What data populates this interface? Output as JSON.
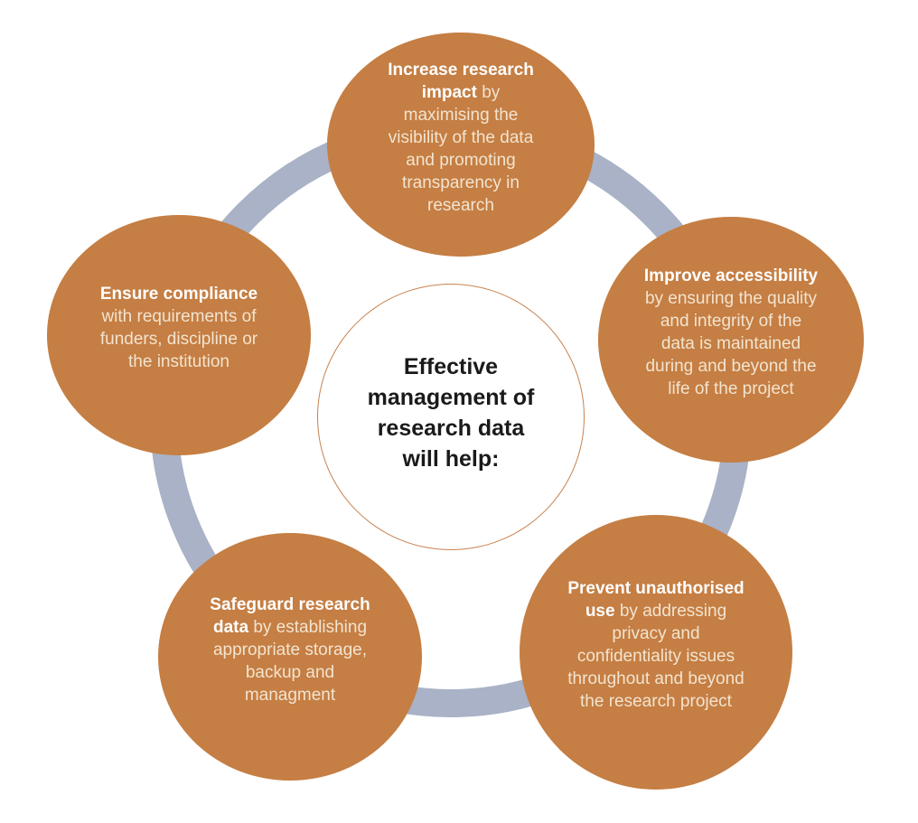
{
  "diagram": {
    "type": "circle-cycle-diagram",
    "topic": "Effective management of research data will help:"
  },
  "colors": {
    "background": "#ffffff",
    "bubble_fill": "#c57e43",
    "bubble_text": "#f2e4d0",
    "bubble_text_bold": "#ffffff",
    "ring": "#a9b2c6",
    "center_border": "#c8824f",
    "center_text": "#1a1a1a"
  },
  "center": {
    "full_text": "Effective management of research data will help:",
    "lines": [
      [
        {
          "t": "Effective",
          "b": true
        }
      ],
      [
        {
          "t": "management of",
          "b": true
        }
      ],
      [
        {
          "t": "research data",
          "b": true
        }
      ],
      [
        {
          "t": "will help:",
          "b": true
        }
      ]
    ]
  },
  "bubbles": [
    {
      "id": "increase-research-impact",
      "position": "top",
      "bold_text": "Increase research impact",
      "full_text": "Increase research impact by maximising the visibility of the data and promoting transparency in research",
      "lines": [
        [
          {
            "t": "Increase research",
            "b": true
          }
        ],
        [
          {
            "t": "impact",
            "b": true
          },
          {
            "t": " by",
            "b": false
          }
        ],
        [
          {
            "t": "maximising the",
            "b": false
          }
        ],
        [
          {
            "t": "visibility of the data",
            "b": false
          }
        ],
        [
          {
            "t": "and promoting",
            "b": false
          }
        ],
        [
          {
            "t": "transparency in",
            "b": false
          }
        ],
        [
          {
            "t": "research",
            "b": false
          }
        ]
      ]
    },
    {
      "id": "improve-accessibility",
      "position": "upper-right",
      "bold_text": "Improve accessibility",
      "full_text": "Improve accessibility by ensuring the quality and integrity of the data is maintained during and beyond the life of the project",
      "lines": [
        [
          {
            "t": "Improve accessibility",
            "b": true
          }
        ],
        [
          {
            "t": "by ensuring the quality",
            "b": false
          }
        ],
        [
          {
            "t": "and integrity of the",
            "b": false
          }
        ],
        [
          {
            "t": "data is maintained",
            "b": false
          }
        ],
        [
          {
            "t": "during and beyond the",
            "b": false
          }
        ],
        [
          {
            "t": "life of the project",
            "b": false
          }
        ]
      ]
    },
    {
      "id": "prevent-unauthorised-use",
      "position": "lower-right",
      "bold_text": "Prevent unauthorised use",
      "full_text": "Prevent unauthorised use by addressing privacy and confidentiality issues throughout and beyond the research project",
      "lines": [
        [
          {
            "t": "Prevent unauthorised",
            "b": true
          }
        ],
        [
          {
            "t": "use",
            "b": true
          },
          {
            "t": " by addressing",
            "b": false
          }
        ],
        [
          {
            "t": "privacy and",
            "b": false
          }
        ],
        [
          {
            "t": "confidentiality issues",
            "b": false
          }
        ],
        [
          {
            "t": "throughout and beyond",
            "b": false
          }
        ],
        [
          {
            "t": "the research project",
            "b": false
          }
        ]
      ]
    },
    {
      "id": "safeguard-research-data",
      "position": "lower-left",
      "bold_text": "Safeguard research data",
      "full_text": "Safeguard research data by establishing appropriate storage, backup and managment",
      "lines": [
        [
          {
            "t": "Safeguard research",
            "b": true
          }
        ],
        [
          {
            "t": "data",
            "b": true
          },
          {
            "t": " by establishing",
            "b": false
          }
        ],
        [
          {
            "t": "appropriate storage,",
            "b": false
          }
        ],
        [
          {
            "t": "backup and",
            "b": false
          }
        ],
        [
          {
            "t": "managment",
            "b": false
          }
        ]
      ]
    },
    {
      "id": "ensure-compliance",
      "position": "upper-left",
      "bold_text": "Ensure compliance",
      "full_text": "Ensure compliance with requirements of funders, discipline or the institution",
      "lines": [
        [
          {
            "t": "Ensure compliance",
            "b": true
          }
        ],
        [
          {
            "t": "with requirements of",
            "b": false
          }
        ],
        [
          {
            "t": "funders, discipline or",
            "b": false
          }
        ],
        [
          {
            "t": "the institution",
            "b": false
          }
        ]
      ]
    }
  ]
}
